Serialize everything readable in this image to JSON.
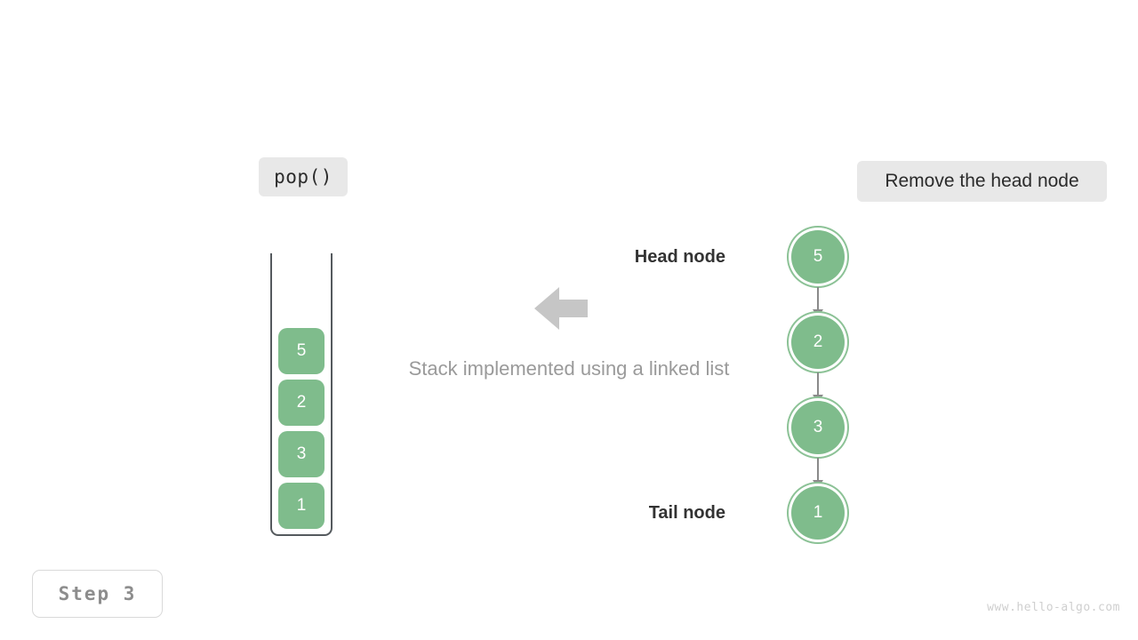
{
  "operation": {
    "label": "pop()"
  },
  "action": {
    "label": "Remove the head node"
  },
  "caption": {
    "text": "Stack implemented using a linked list"
  },
  "step": {
    "label": "Step 3"
  },
  "watermark": {
    "text": "www.hello-algo.com"
  },
  "colors": {
    "node_fill": "#7fbc8c",
    "node_ring": "#8cc296",
    "chip_bg": "#e8e8e8",
    "connector": "#8a8a8a",
    "arrow": "#c6c6c6",
    "stack_wall": "#555a5e",
    "caption_text": "#9a9a9a",
    "label_text": "#333333",
    "step_text": "#8d8d8d"
  },
  "stack": {
    "name": "stack",
    "items": [
      {
        "value": "5"
      },
      {
        "value": "2"
      },
      {
        "value": "3"
      },
      {
        "value": "1"
      }
    ]
  },
  "linked_list": {
    "head_label": "Head node",
    "tail_label": "Tail node",
    "nodes": [
      {
        "value": "5",
        "role": "head"
      },
      {
        "value": "2",
        "role": "middle"
      },
      {
        "value": "3",
        "role": "middle"
      },
      {
        "value": "1",
        "role": "tail"
      }
    ]
  },
  "transfer_arrow": {
    "direction": "left",
    "name": "left-arrow-icon"
  }
}
